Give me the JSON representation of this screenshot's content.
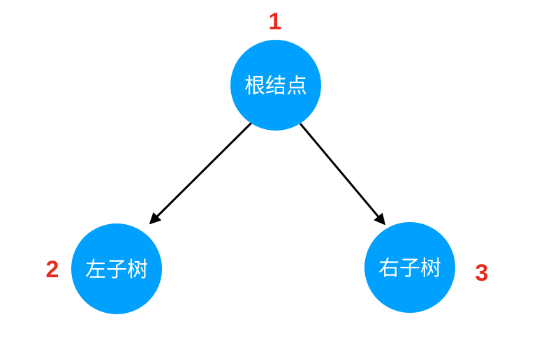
{
  "diagram": {
    "type": "binary-tree",
    "colors": {
      "background": "#ffffff",
      "node_fill": "#00a0ff",
      "node_text": "#ffffff",
      "order_label": "#e8291c",
      "edge": "#000000"
    },
    "nodes": {
      "root": {
        "label": "根结点",
        "order": "1"
      },
      "left": {
        "label": "左子树",
        "order": "2"
      },
      "right": {
        "label": "右子树",
        "order": "3"
      }
    },
    "edges": [
      {
        "from": "root",
        "to": "left"
      },
      {
        "from": "root",
        "to": "right"
      }
    ]
  }
}
